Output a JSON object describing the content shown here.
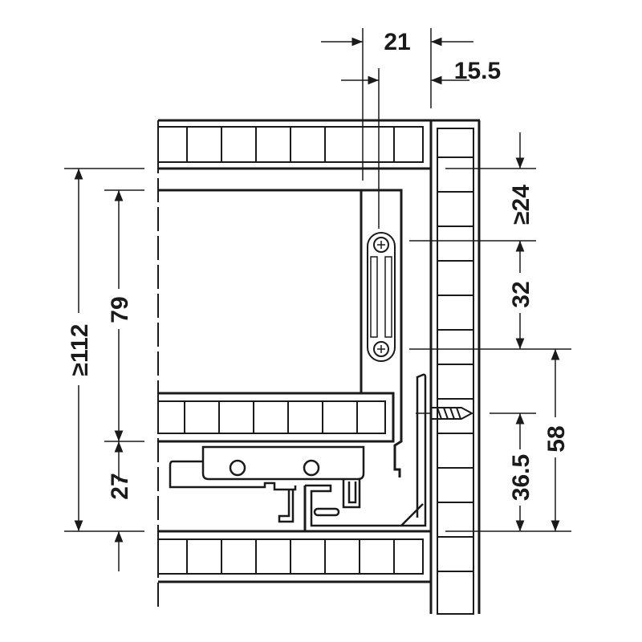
{
  "dimensions": {
    "top_width": "21",
    "top_offset": "15.5",
    "right_top_min": "≥24",
    "right_hole_spacing": "32",
    "right_screw_height": "36.5",
    "right_total": "58",
    "left_total_min": "≥112",
    "left_drawer_height": "79",
    "left_bottom": "27"
  },
  "colors": {
    "line": "#1a1a1a",
    "background": "#ffffff"
  }
}
